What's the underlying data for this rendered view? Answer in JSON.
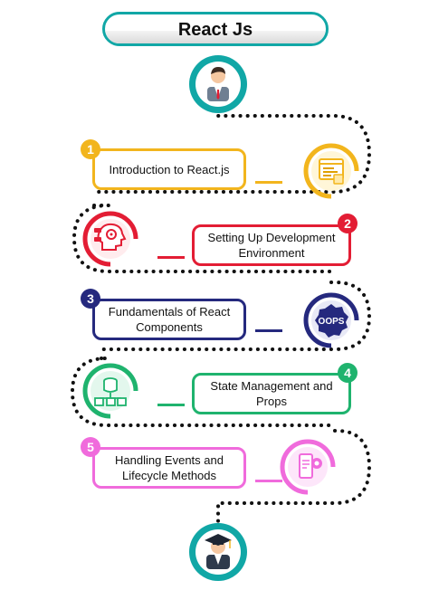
{
  "title": "React Js",
  "colors": {
    "teal": "#11a7a6",
    "stage1": "#f2b51d",
    "stage2": "#e31d34",
    "stage3": "#25297e",
    "stage4": "#1fb36e",
    "stage5": "#f06bdc"
  },
  "top_icon": "person-icon",
  "bottom_icon": "graduate-icon",
  "stages": [
    {
      "number": "1",
      "label": "Introduction to React.js",
      "icon": "browser-code-icon",
      "color": "#f2b51d"
    },
    {
      "number": "2",
      "label": "Setting Up Development Environment",
      "icon": "brain-gear-icon",
      "color": "#e31d34"
    },
    {
      "number": "3",
      "label": "Fundamentals of React Components",
      "icon": "oops-badge-icon",
      "color": "#25297e"
    },
    {
      "number": "4",
      "label": "State Management and Props",
      "icon": "database-network-icon",
      "color": "#1fb36e"
    },
    {
      "number": "5",
      "label": "Handling Events and Lifecycle Methods",
      "icon": "mobile-settings-icon",
      "color": "#f06bdc"
    }
  ]
}
